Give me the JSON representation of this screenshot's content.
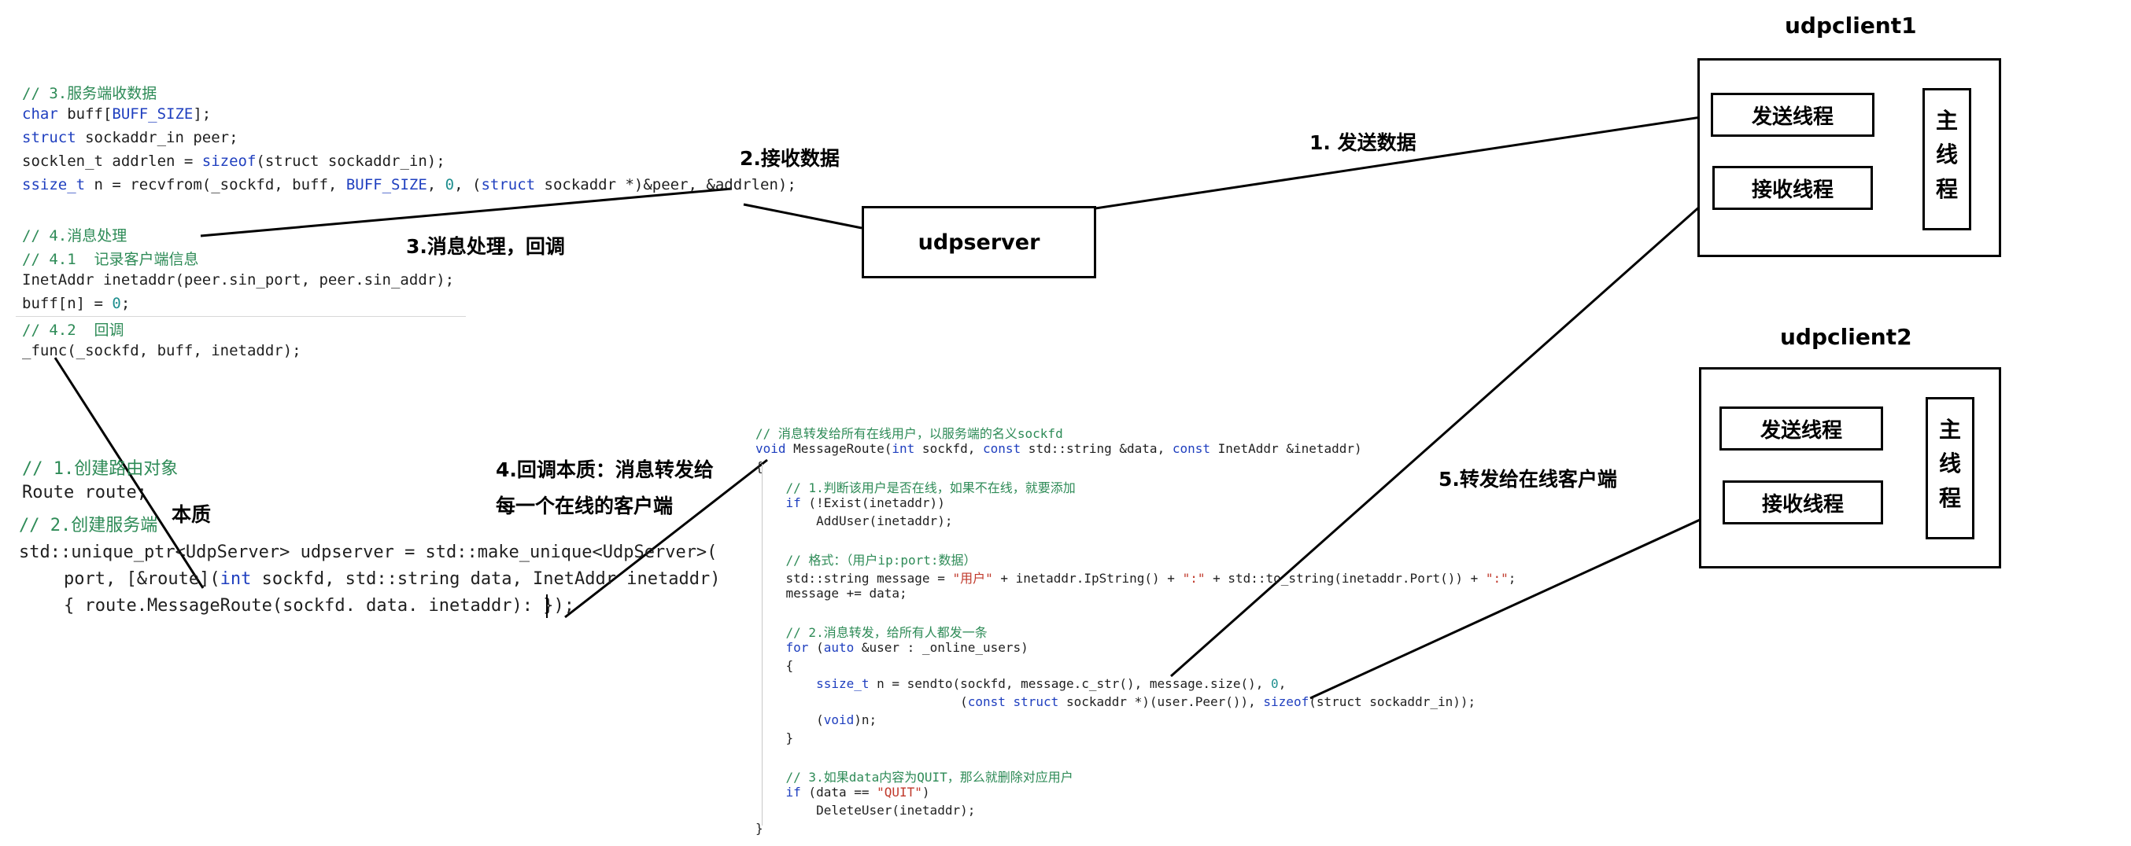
{
  "left_code": {
    "recv": [
      "// 3.服务端收数据",
      "char buff[BUFF_SIZE];",
      "struct sockaddr_in peer;",
      "socklen_t addrlen = sizeof(struct sockaddr_in);",
      "ssize_t n = recvfrom(_sockfd, buff, BUFF_SIZE, 0, (struct sockaddr *)&peer, &addrlen);"
    ],
    "process": [
      "// 4.消息处理",
      "// 4.1  记录客户端信息",
      "InetAddr inetaddr(peer.sin_port, peer.sin_addr);",
      "buff[n] = 0;",
      "// 4.2  回调",
      "_func(_sockfd, buff, inetaddr);"
    ],
    "create": [
      "// 1.创建路由对象",
      "Route route;",
      "// 2.创建服务端",
      "std::unique_ptr<UdpServer> udpserver = std::make_unique<UdpServer>(",
      "    port, [&route](int sockfd, std::string data, InetAddr inetaddr)",
      "    { route.MessageRoute(sockfd. data. inetaddr): });"
    ]
  },
  "route_code": [
    "// 消息转发给所有在线用户，以服务端的名义sockfd",
    "void MessageRoute(int sockfd, const std::string &data, const InetAddr &inetaddr)",
    "{",
    "    // 1.判断该用户是否在线，如果不在线，就要添加",
    "    if (!Exist(inetaddr))",
    "        AddUser(inetaddr);",
    "",
    "    // 格式：（用户ip:port:数据）",
    "    std::string message = \"用户\" + inetaddr.IpString() + \":\" + std::to_string(inetaddr.Port()) + \":\";",
    "    message += data;",
    "",
    "    // 2.消息转发，给所有人都发一条",
    "    for (auto &user : _online_users)",
    "    {",
    "        ssize_t n = sendto(sockfd, message.c_str(), message.size(), 0,",
    "                           (const struct sockaddr *)(user.Peer()), sizeof(struct sockaddr_in));",
    "        (void)n;",
    "    }",
    "",
    "    // 3.如果data内容为QUIT，那么就删除对应用户",
    "    if (data == \"QUIT\")",
    "        DeleteUser(inetaddr);",
    "}"
  ],
  "labels": {
    "recv_data": "2.接收数据",
    "process_callback": "3.消息处理，回调",
    "essence": "本质",
    "callback_essence_line1": "4.回调本质：消息转发给",
    "callback_essence_line2": "每一个在线的客户端",
    "send_data": "1. 发送数据",
    "forward_online": "5.转发给在线客户端"
  },
  "server": {
    "name": "udpserver"
  },
  "clients": [
    {
      "name": "udpclient1",
      "send_thread": "发送线程",
      "recv_thread": "接收线程",
      "main_thread": "主线程"
    },
    {
      "name": "udpclient2",
      "send_thread": "发送线程",
      "recv_thread": "接收线程",
      "main_thread": "主线程"
    }
  ]
}
